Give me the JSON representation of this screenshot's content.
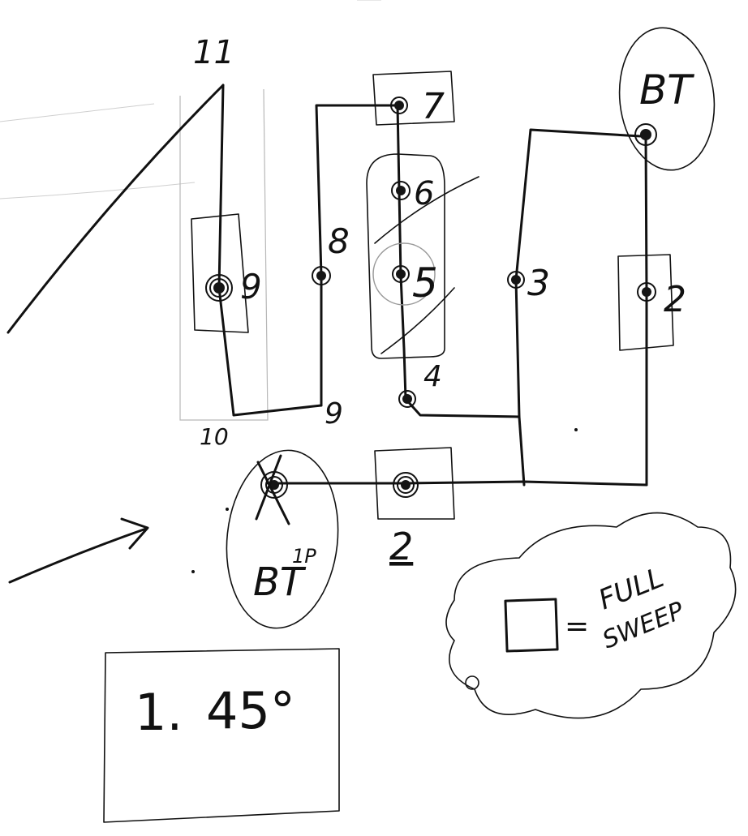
{
  "top_label": "11",
  "nodes": {
    "n9": "9",
    "n8": "8",
    "n7": "7",
    "n6": "6",
    "n5": "5",
    "n4": "4",
    "n3": "3",
    "n2_right": "2",
    "n2_bottom": "2",
    "n10": "10",
    "n9_bottom": "9"
  },
  "bt_top": "BT",
  "bt_bottom": "BT",
  "bt_bottom_sup": "1P",
  "legend": {
    "line1": "FULL",
    "line2": "SWEEP",
    "equals": "="
  },
  "angle_box": {
    "index": "1.",
    "value": "45°"
  }
}
